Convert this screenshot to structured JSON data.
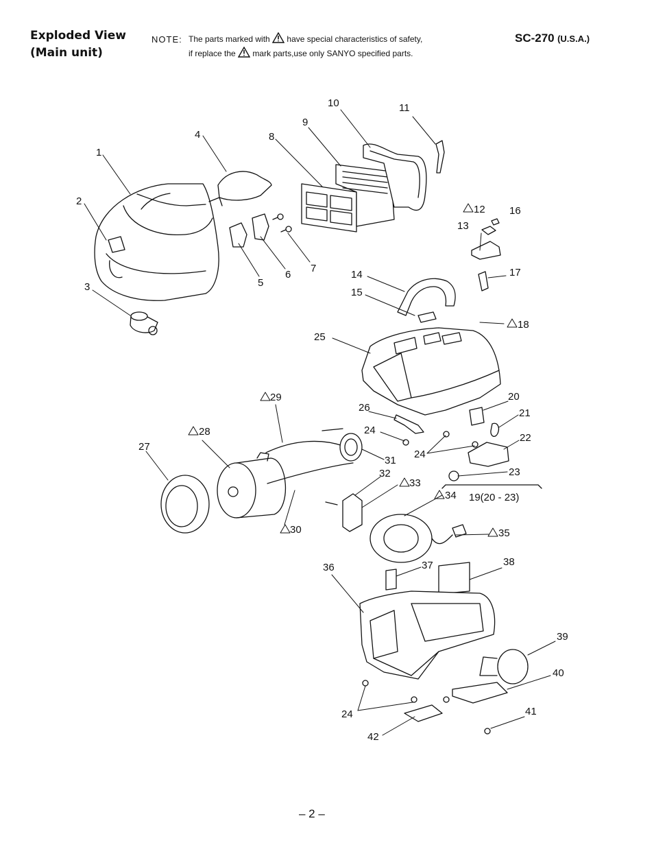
{
  "header": {
    "title_line1": "Exploded View",
    "title_line2": "(Main unit)",
    "note_label": "NOTE:",
    "note_line1_a": "The parts marked with",
    "note_line1_b": "have special characteristics of safety,",
    "note_line2_a": "if replace the",
    "note_line2_b": "mark parts,use only SANYO specified parts.",
    "model": "SC-270",
    "region": "(U.S.A.)"
  },
  "callouts": [
    {
      "id": "1",
      "text": "1"
    },
    {
      "id": "2",
      "text": "2"
    },
    {
      "id": "3",
      "text": "3"
    },
    {
      "id": "4",
      "text": "4"
    },
    {
      "id": "5",
      "text": "5"
    },
    {
      "id": "6",
      "text": "6"
    },
    {
      "id": "7",
      "text": "7"
    },
    {
      "id": "8",
      "text": "8"
    },
    {
      "id": "9",
      "text": "9"
    },
    {
      "id": "10",
      "text": "10"
    },
    {
      "id": "11",
      "text": "11"
    },
    {
      "id": "12",
      "text": "12",
      "safety": true
    },
    {
      "id": "13",
      "text": "13"
    },
    {
      "id": "14",
      "text": "14"
    },
    {
      "id": "15",
      "text": "15"
    },
    {
      "id": "16",
      "text": "16"
    },
    {
      "id": "17",
      "text": "17"
    },
    {
      "id": "18",
      "text": "18",
      "safety": true
    },
    {
      "id": "19",
      "text": "19(20 - 23)"
    },
    {
      "id": "20",
      "text": "20"
    },
    {
      "id": "21",
      "text": "21"
    },
    {
      "id": "22",
      "text": "22"
    },
    {
      "id": "23",
      "text": "23"
    },
    {
      "id": "24a",
      "text": "24"
    },
    {
      "id": "24b",
      "text": "24"
    },
    {
      "id": "24c",
      "text": "24"
    },
    {
      "id": "25",
      "text": "25"
    },
    {
      "id": "26",
      "text": "26"
    },
    {
      "id": "27",
      "text": "27"
    },
    {
      "id": "28",
      "text": "28",
      "safety": true
    },
    {
      "id": "29",
      "text": "29",
      "safety": true
    },
    {
      "id": "30",
      "text": "30",
      "safety": true
    },
    {
      "id": "31",
      "text": "31"
    },
    {
      "id": "32",
      "text": "32"
    },
    {
      "id": "33",
      "text": "33",
      "safety": true
    },
    {
      "id": "34",
      "text": "34",
      "safety": true
    },
    {
      "id": "35",
      "text": "35",
      "safety": true
    },
    {
      "id": "36",
      "text": "36"
    },
    {
      "id": "37",
      "text": "37"
    },
    {
      "id": "38",
      "text": "38"
    },
    {
      "id": "39",
      "text": "39"
    },
    {
      "id": "40",
      "text": "40"
    },
    {
      "id": "41",
      "text": "41"
    },
    {
      "id": "42",
      "text": "42"
    }
  ],
  "footer": {
    "page": "– 2 –"
  }
}
